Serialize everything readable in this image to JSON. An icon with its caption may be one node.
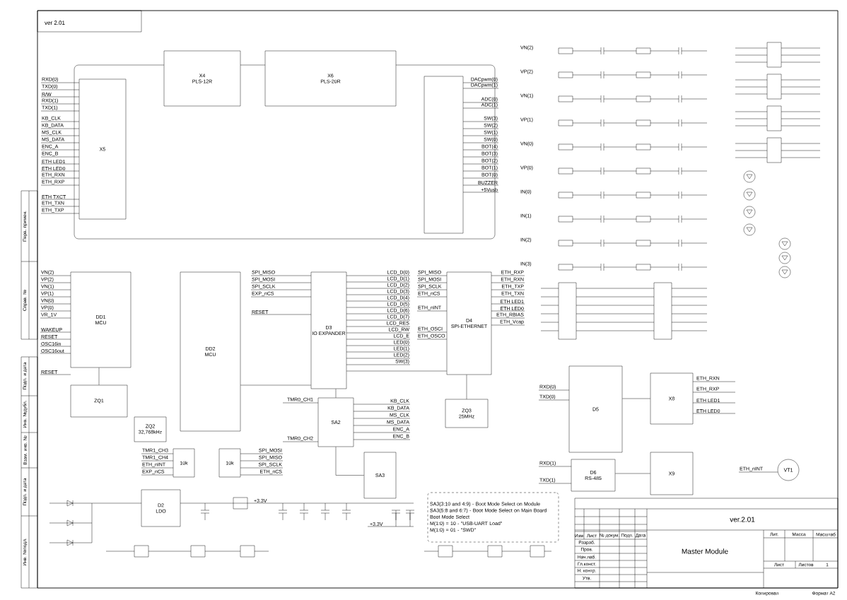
{
  "diagram": {
    "title": "ver.2.01",
    "nodes": [
      {
        "text": [
          "X5"
        ],
        "beside": [
          "RXD(0)",
          "TXD(0)",
          "R/W",
          "RXD(1)",
          "TXD(1)",
          "KB_CLK",
          "KB_DATA",
          "MS_CLK",
          "MS_DATA",
          "ENC_A",
          "ENC_B",
          "ETH LED1",
          "ETH LED0",
          "ETH_RXN",
          "ETH_RXP",
          "ETH TXCT",
          "ETH_TXN",
          "ETH_TXP"
        ]
      },
      {
        "text": [
          "X4",
          "PLS-12R"
        ]
      },
      {
        "text": [
          "X6",
          "PLS-20R"
        ]
      },
      {
        "text": [],
        "shape": "box",
        "beside": [
          "DACpwm(0)",
          "DACpwm(1)",
          "ADC(0)",
          "ADC(1)",
          "SW(3)",
          "SW(2)",
          "SW(1)",
          "SW(0)",
          "BOT(4)",
          "BOT(3)",
          "BOT(2)",
          "BOT(1)",
          "BOT(0)",
          "BUZZER",
          "+5Vusb"
        ]
      },
      {
        "text": [
          "DD1",
          "MCU"
        ],
        "beside": [
          "VN(2)",
          "VP(2)",
          "VN(1)",
          "VP(1)",
          "VN(0)",
          "VP(0)",
          "VR_1V",
          "WAKEUP",
          "RESET",
          "OSC16in",
          "OSC16out",
          "RESET"
        ]
      },
      {
        "text": [
          "DD2",
          "MCU"
        ]
      },
      {
        "text": [
          "D3",
          "IO EXPANDER"
        ],
        "beside": [
          "SPI_MISO",
          "SPI_MOSI",
          "SPI_SCLK",
          "EXP_nCS",
          "RESET",
          "LCD_D(0)",
          "LCD_D(1)",
          "LCD_D(2)",
          "LCD_D(3)",
          "LCD_D(4)",
          "LCD_D(5)",
          "LCD_D(6)",
          "LCD_D(7)",
          "LCD_RES",
          "LCD_RW",
          "LCD_E",
          "LED(0)",
          "LED(1)",
          "LED(2)",
          "SW(3)"
        ]
      },
      {
        "text": [
          "D4",
          "SPI-ETHERNET"
        ],
        "beside": [
          "SPI_MISO",
          "SPI_MOSI",
          "SPI_SCLK",
          "ETH_nCS",
          "ETH_nINT",
          "ETH_OSCI",
          "ETH_OSCO",
          "ETH_RXP",
          "ETH_RXN",
          "ETH_TXP",
          "ETH_TXN",
          "ETH LED1",
          "ETH LED0",
          "ETH_RBIAS",
          "ETH_Vcap"
        ]
      },
      {
        "text": [
          "ZQ1"
        ]
      },
      {
        "text": [
          "ZQ2",
          "32,768kHz"
        ]
      },
      {
        "text": [
          "ZQ3",
          "25MHz"
        ]
      },
      {
        "text": [
          "SA2"
        ],
        "beside": [
          "TMR0_CH1",
          "TMR0_CH2",
          "KB_CLK",
          "KB_DATA",
          "MS_CLK",
          "MS_DATA",
          "ENC_A",
          "ENC_B"
        ]
      },
      {
        "text": [
          "SA3"
        ]
      },
      {
        "text": [
          "10k"
        ],
        "beside": [
          "TMR1_CH3",
          "TMR1_CH4",
          "ETH_nINT",
          "EXP_nCS"
        ]
      },
      {
        "text": [
          "10k"
        ],
        "beside": [
          "SPI_MOSI",
          "SPI_MISO",
          "SPI_SCLK",
          "ETH_nCS"
        ]
      },
      {
        "text": [
          "D2",
          "LDO"
        ]
      },
      {
        "text": [
          "D5"
        ],
        "beside": [
          "RXD(0)",
          "TXD(0)"
        ]
      },
      {
        "text": [
          "D6",
          "RS-485"
        ],
        "beside": [
          "RXD(1)",
          "TXD(1)"
        ]
      },
      {
        "text": [
          "X8"
        ],
        "beside": [
          "ETH_RXN",
          "ETH_RXP",
          "ETH LED1",
          "ETH LED0"
        ]
      },
      {
        "text": [
          "X9"
        ]
      },
      {
        "text": [
          "VT1"
        ],
        "beside": [
          "ETH_nINT"
        ]
      },
      {
        "text": [
          "SA3(3:10 and 4:9) - Boot Mode Select on Module",
          "SA3(5:8 and 6:7) - Boot Mode Select on Main Board",
          "Boot Mode Select",
          "M(1:0) = 10 - \"USB-UART Load\"",
          "M(1:0) = 01 - \"SWD\""
        ]
      }
    ],
    "edges": [
      {
        "from": 4,
        "to": 8,
        "arrow": "none"
      },
      {
        "from": 5,
        "to": 6,
        "arrow": "none"
      },
      {
        "from": 6,
        "to": 7,
        "arrow": "none"
      },
      {
        "from": 7,
        "to": 10,
        "arrow": "none"
      },
      {
        "from": 6,
        "to": 11,
        "arrow": "none"
      },
      {
        "from": 11,
        "to": 12,
        "arrow": "none"
      },
      {
        "from": 16,
        "to": 18,
        "arrow": "none"
      },
      {
        "from": 17,
        "to": 19,
        "arrow": "none"
      }
    ],
    "labels": [
      "ver 2.01",
      "VN(2)",
      "VP(2)",
      "VN(1)",
      "VP(1)",
      "VN(0)",
      "VP(0)",
      "IN(0)",
      "IN(1)",
      "IN(2)",
      "IN(3)",
      "+3.3V",
      "+3.3V",
      "Изм",
      "Лист",
      "№ докум.",
      "Подп.",
      "Дата",
      "Разраб.",
      "Пров.",
      "Нач.лаб.",
      "Гл.конст.",
      "Н. контр.",
      "Утв.",
      "Master Module",
      "Лит.",
      "Масса",
      "Масштаб",
      "Лист",
      "Листов",
      "1",
      "Копировал",
      "Формат A2",
      "Перв. примен.",
      "Справ. №",
      "Подп. и дата",
      "Инв. №дубл.",
      "Взам. инв. №",
      "Подп. и дата",
      "Инв. №подл."
    ]
  }
}
